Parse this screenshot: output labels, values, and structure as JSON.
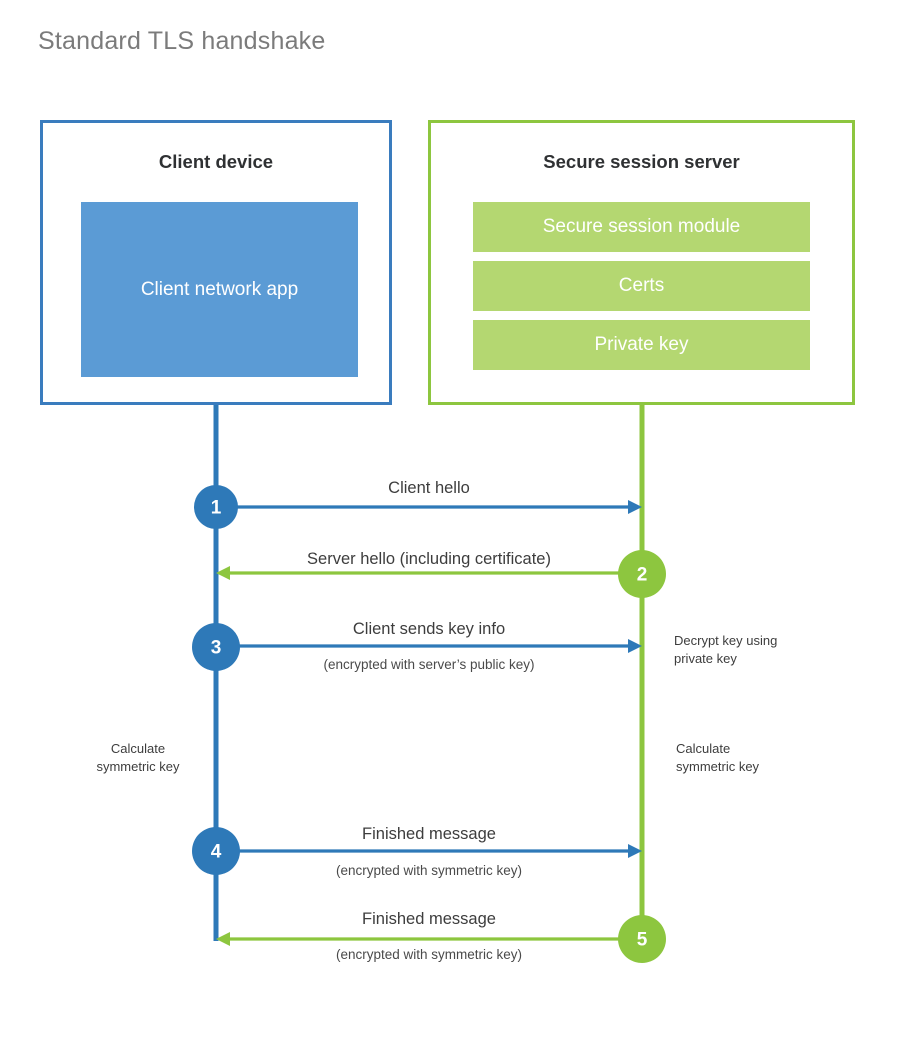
{
  "title": "Standard TLS handshake",
  "colors": {
    "client_accent": "#2e79b8",
    "client_border": "#3a7cbe",
    "client_fill": "#5b9bd5",
    "server_accent": "#8dc63f",
    "server_fill": "#b4d771",
    "title_text": "#7b7b7b",
    "body_text": "#3d3d3d",
    "background": "#ffffff"
  },
  "participants": {
    "client": {
      "title": "Client device",
      "app_label": "Client network app"
    },
    "server": {
      "title": "Secure session server",
      "modules": [
        {
          "label": "Secure session module"
        },
        {
          "label": "Certs"
        },
        {
          "label": "Private key"
        }
      ]
    }
  },
  "steps": [
    {
      "number": "1",
      "label": "Client hello",
      "sublabel": "",
      "direction": "client-to-server",
      "side": "client"
    },
    {
      "number": "2",
      "label": "Server hello (including certificate)",
      "sublabel": "",
      "direction": "server-to-client",
      "side": "server"
    },
    {
      "number": "3",
      "label": "Client sends key info",
      "sublabel": "(encrypted with server’s public key)",
      "direction": "client-to-server",
      "side": "client"
    },
    {
      "number": "4",
      "label": "Finished message",
      "sublabel": "(encrypted with symmetric key)",
      "direction": "client-to-server",
      "side": "client"
    },
    {
      "number": "5",
      "label": "Finished message",
      "sublabel": "(encrypted with symmetric key)",
      "direction": "server-to-client",
      "side": "server"
    }
  ],
  "notes": {
    "decrypt_key": "Decrypt key using\nprivate key",
    "calculate_client": "Calculate\nsymmetric key",
    "calculate_server": "Calculate\nsymmetric key"
  },
  "chart_data": {
    "type": "sequence-diagram",
    "title": "Standard TLS handshake",
    "actors": [
      "Client device",
      "Secure session server"
    ],
    "messages": [
      {
        "step": 1,
        "from": "Client device",
        "to": "Secure session server",
        "text": "Client hello"
      },
      {
        "step": 2,
        "from": "Secure session server",
        "to": "Client device",
        "text": "Server hello (including certificate)"
      },
      {
        "step": 3,
        "from": "Client device",
        "to": "Secure session server",
        "text": "Client sends key info",
        "detail": "(encrypted with server’s public key)"
      },
      {
        "step": 4,
        "from": "Client device",
        "to": "Secure session server",
        "text": "Finished message",
        "detail": "(encrypted with symmetric key)"
      },
      {
        "step": 5,
        "from": "Secure session server",
        "to": "Client device",
        "text": "Finished message",
        "detail": "(encrypted with symmetric key)"
      }
    ],
    "annotations": [
      {
        "actor": "Secure session server",
        "text": "Decrypt key using private key"
      },
      {
        "actor": "Client device",
        "text": "Calculate symmetric key"
      },
      {
        "actor": "Secure session server",
        "text": "Calculate symmetric key"
      }
    ]
  }
}
